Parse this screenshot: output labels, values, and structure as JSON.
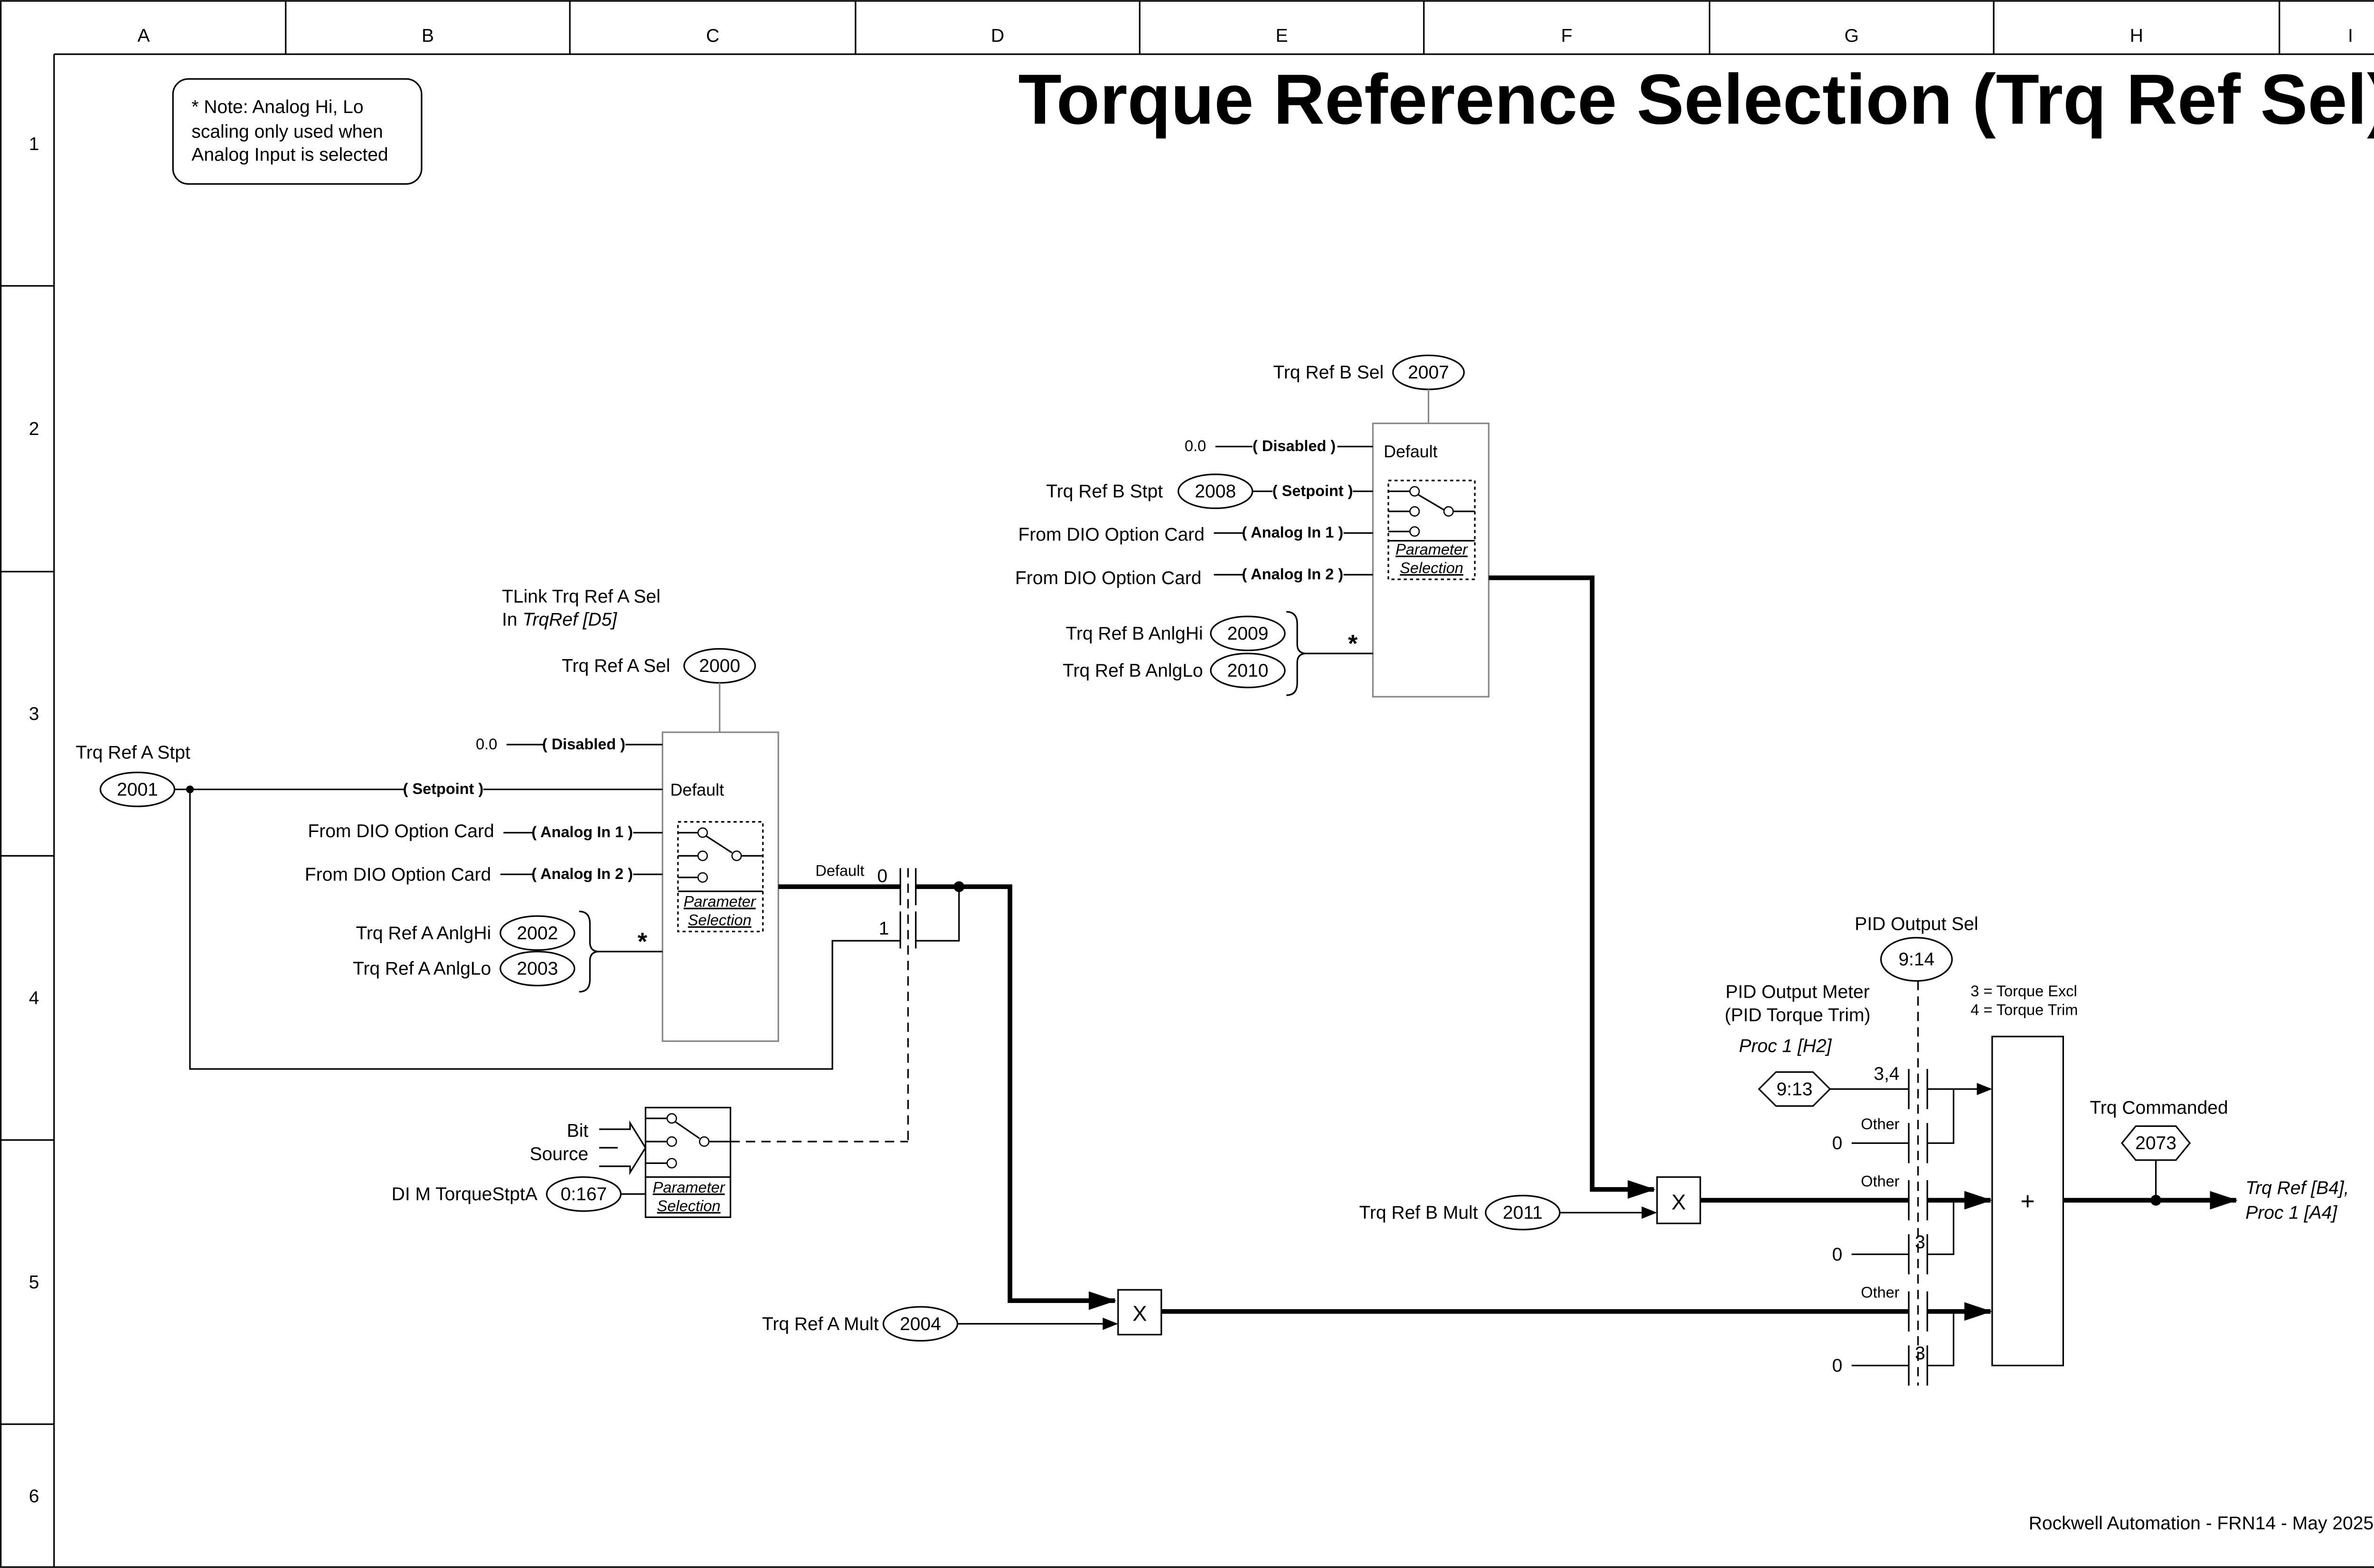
{
  "title": "Torque Reference Selection (Trq Ref Sel)",
  "footer": "Rockwell Automation - FRN14 - May 2025",
  "grid": {
    "columns": [
      "A",
      "B",
      "C",
      "D",
      "E",
      "F",
      "G",
      "H",
      "I"
    ],
    "rows": [
      "1",
      "2",
      "3",
      "4",
      "5",
      "6"
    ]
  },
  "note": {
    "lines": [
      "* Note: Analog Hi, Lo",
      "scaling only used when",
      "Analog Input is selected"
    ]
  },
  "ref_a": {
    "tlink_line1": "TLink Trq Ref A Sel",
    "tlink_line2_prefix": "In ",
    "tlink_line2_ref": "TrqRef [D5]",
    "sel_label": "Trq Ref A Sel",
    "sel_param": "2000",
    "stpt_label": "Trq Ref A Stpt",
    "stpt_param": "2001",
    "disabled_value": "0.0",
    "opt_disabled": "( Disabled )",
    "opt_setpoint": "( Setpoint )",
    "opt_analog1": "( Analog In 1 )",
    "opt_analog2": "( Analog In 2 )",
    "dio1": "From DIO Option Card",
    "dio2": "From DIO Option Card",
    "anlghi_label": "Trq Ref A AnlgHi",
    "anlghi_param": "2002",
    "anlglo_label": "Trq Ref A AnlgLo",
    "anlglo_param": "2003",
    "asterisk": "*",
    "default_label": "Default",
    "param_sel_1": "Parameter",
    "param_sel_2": "Selection",
    "out_default": "Default",
    "contact_0": "0",
    "contact_1": "1",
    "mult_label": "Trq Ref A Mult",
    "mult_param": "2004",
    "mult_symbol": "X"
  },
  "bit_source": {
    "bit": "Bit",
    "source": "Source",
    "dim_label": "DI M TorqueStptA",
    "dim_param": "0:167",
    "param_sel_1": "Parameter",
    "param_sel_2": "Selection"
  },
  "ref_b": {
    "sel_label": "Trq Ref B Sel",
    "sel_param": "2007",
    "disabled_value": "0.0",
    "stpt_label": "Trq Ref B Stpt",
    "stpt_param": "2008",
    "opt_disabled": "( Disabled )",
    "opt_setpoint": "( Setpoint )",
    "opt_analog1": "( Analog In 1 )",
    "opt_analog2": "( Analog In 2 )",
    "dio1": "From DIO Option Card",
    "dio2": "From DIO Option Card",
    "anlghi_label": "Trq Ref B AnlgHi",
    "anlghi_param": "2009",
    "anlglo_label": "Trq Ref B AnlgLo",
    "anlglo_param": "2010",
    "asterisk": "*",
    "default_label": "Default",
    "param_sel_1": "Parameter",
    "param_sel_2": "Selection",
    "mult_label": "Trq Ref B Mult",
    "mult_param": "2011",
    "mult_symbol": "X"
  },
  "pid": {
    "sel_label": "PID Output Sel",
    "sel_param": "9:14",
    "meter_line1": "PID Output Meter",
    "meter_line2": "(PID Torque Trim)",
    "meter_ref": "Proc 1 [H2]",
    "meter_param": "9:13",
    "legend1": "3 = Torque Excl",
    "legend2": "4 = Torque Trim",
    "rows": [
      {
        "label": "3,4",
        "zero": "",
        "alt": ""
      },
      {
        "label": "Other",
        "zero": "0",
        "alt": ""
      },
      {
        "label": "Other",
        "zero": "",
        "alt": ""
      },
      {
        "label": "",
        "zero": "0",
        "alt": "3"
      },
      {
        "label": "Other",
        "zero": "",
        "alt": ""
      },
      {
        "label": "",
        "zero": "0",
        "alt": "3"
      }
    ]
  },
  "sum": {
    "symbol": "+"
  },
  "output": {
    "label": "Trq Commanded",
    "param": "2073",
    "dest1": "Trq Ref [B4],",
    "dest2": "Proc 1 [A4]"
  }
}
